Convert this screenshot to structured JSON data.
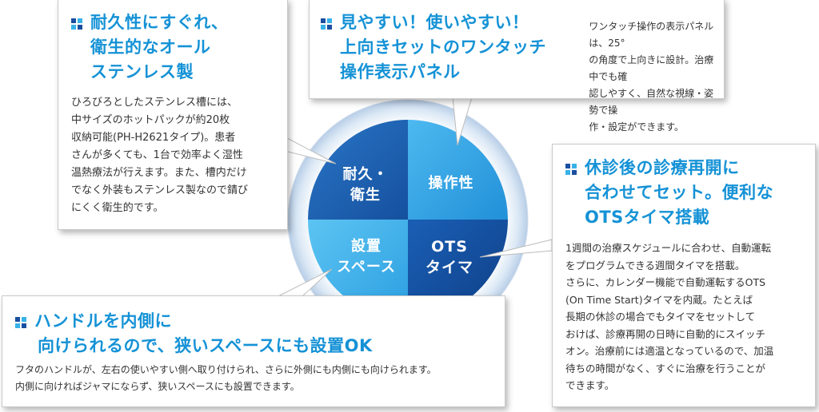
{
  "colors": {
    "accent": "#1592d6",
    "icon_dark": "#1a4fa0",
    "icon_light": "#38b2e8",
    "quad_top_left": "#1f5fb2",
    "quad_top_right": "#2ea0e3",
    "quad_bottom_left": "#3fb3ec",
    "quad_bottom_right": "#134f9e"
  },
  "feature_durability": {
    "icon": "square-grid-icon",
    "heading": [
      "耐久性にすぐれ、",
      "衛生的なオール",
      "ステンレス製"
    ],
    "body": [
      "ひろびろとしたステンレス槽には、",
      "中サイズのホットパックが約20枚",
      "収納可能(PH-H2621タイプ)。患者",
      "さんが多くても、1台で効率よく湿性",
      "温熱療法が行えます。また、槽内だけ",
      "でなく外装もステンレス製なので錆び",
      "にくく衛生的です。"
    ]
  },
  "feature_panel": {
    "icon": "square-grid-icon",
    "heading": [
      "見やすい！使いやすい！",
      "上向きセットのワンタッチ",
      "操作表示パネル"
    ],
    "body": [
      "ワンタッチ操作の表示パネルは、25°",
      "の角度で上向きに設計。治療中でも確",
      "認しやすく、自然な視線・姿勢で操",
      "作・設定ができます。"
    ]
  },
  "feature_timer": {
    "icon": "square-grid-icon",
    "heading": [
      "休診後の診療再開に",
      "合わせてセット。便利な",
      "OTSタイマ搭載"
    ],
    "body": [
      "1週間の治療スケジュールに合わせ、自動運転",
      "をプログラムできる週間タイマを搭載。",
      "さらに、カレンダー機能で自動運転するOTS",
      "(On Time Start)タイマを内蔵。たとえば",
      "長期の休診の場合でもタイマをセットして",
      "おけば、診療再開の日時に自動的にスイッチ",
      "オン。治療前には適温となっているので、加温",
      "待ちの時間がなく、すぐに治療を行うことが",
      "できます。"
    ]
  },
  "feature_handle": {
    "icon": "square-grid-icon",
    "heading": [
      "ハンドルを内側に",
      "向けられるので、狭いスペースにも設置OK"
    ],
    "body": [
      "フタのハンドルが、左右の使いやすい側へ取り付けられ、さらに外側にも内側にも向けられます。",
      "内側に向ければジャマにならず、狭いスペースにも設置できます。"
    ]
  },
  "circle": {
    "top_left": [
      "耐久・",
      "衛生"
    ],
    "top_right": [
      "操作性"
    ],
    "bottom_left": [
      "設置",
      "スペース"
    ],
    "bottom_right": [
      "OTS",
      "タイマ"
    ]
  }
}
